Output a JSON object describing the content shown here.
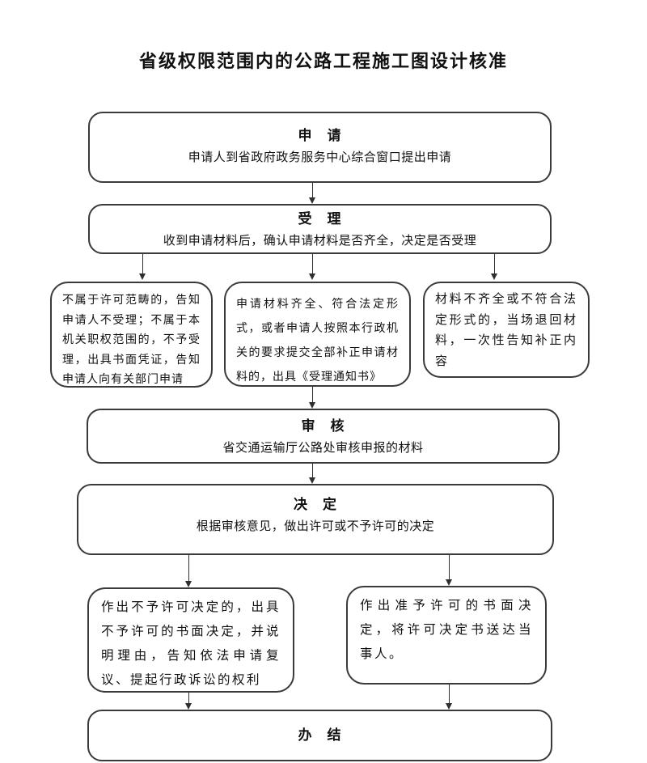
{
  "title": "省级权限范围内的公路工程施工图设计核准",
  "flowchart": {
    "nodes": {
      "apply": {
        "heading": "申　请",
        "body": "申请人到省政府政务服务中心综合窗口提出申请"
      },
      "accept": {
        "heading": "受　理",
        "body": "收到申请材料后，确认申请材料是否齐全，决定是否受理"
      },
      "reject": {
        "body": "不属于许可范畴的，告知申请人不受理；不属于本机关职权范围的，不予受理，出具书面凭证，告知申请人向有关部门申请"
      },
      "notice": {
        "body": "申请材料齐全、符合法定形式，或者申请人按照本行政机关的要求提交全部补正申请材料的，出具《受理通知书》"
      },
      "return": {
        "body": "材料不齐全或不符合法定形式的，当场退回材料，一次性告知补正内容"
      },
      "review": {
        "heading": "审　核",
        "body": "省交通运输厅公路处审核申报的材料"
      },
      "decide": {
        "heading": "决　定",
        "body": "根据审核意见，做出许可或不予许可的决定"
      },
      "deny": {
        "body": "作出不予许可决定的，出具不予许可的书面决定，并说明理由，告知依法申请复议、提起行政诉讼的权利"
      },
      "grant": {
        "body": "作出准予许可的书面决定，将许可决定书送达当事人。"
      },
      "complete": {
        "heading": "办　结"
      }
    }
  },
  "colors": {
    "border": "#3a3a3a",
    "arrow": "#2f2f2f",
    "text": "#111111",
    "background": "#ffffff"
  }
}
